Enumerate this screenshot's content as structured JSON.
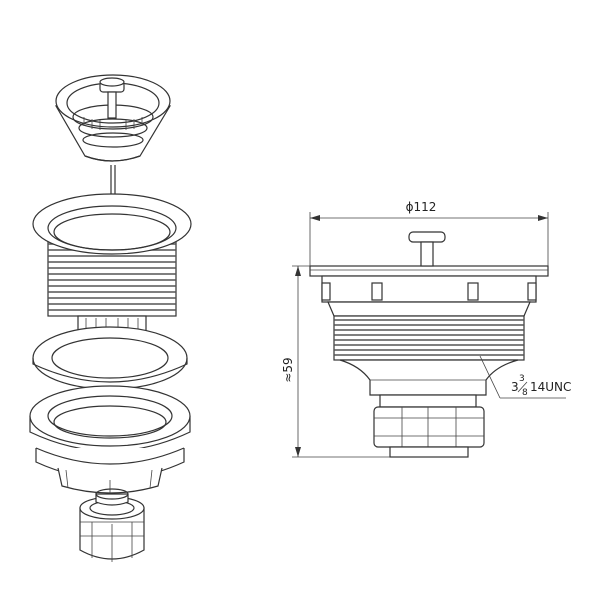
{
  "dimensions": {
    "diameter_label": "ϕ112",
    "height_label": "≈59",
    "thread_whole": "3",
    "thread_num": "3",
    "thread_den": "8",
    "thread_spec": "14UNC"
  },
  "colors": {
    "line": "#333333",
    "background": "#ffffff"
  }
}
